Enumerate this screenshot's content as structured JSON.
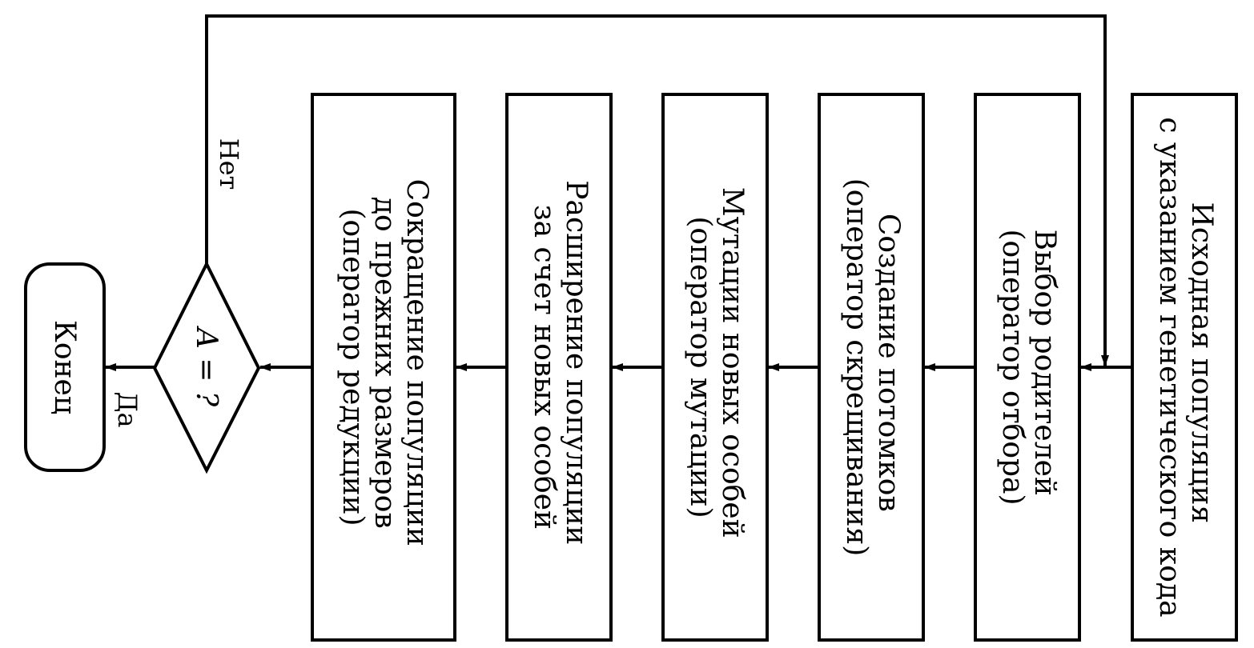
{
  "diagram": {
    "start_box": {
      "lines": [
        "Исходная популяция",
        "с указанием генетического кода"
      ]
    },
    "selection_box": {
      "lines": [
        "Выбор родителей",
        "(оператор отбора)"
      ]
    },
    "crossover_box": {
      "lines": [
        "Создание потомков",
        "(оператор скрещивания)"
      ]
    },
    "mutation_box": {
      "lines": [
        "Мутации новых особей",
        "(оператор мутации)"
      ]
    },
    "expansion_box": {
      "lines": [
        "Расширение популяции",
        "за счет новых особей"
      ]
    },
    "reduction_box": {
      "lines": [
        "Сокращение популяции",
        "до прежних размеров",
        "(оператор редукции)"
      ]
    },
    "decision": {
      "label": "A = ?"
    },
    "labels": {
      "no": "Нет",
      "yes": "Да"
    },
    "end_box": {
      "label": "Конец"
    }
  }
}
